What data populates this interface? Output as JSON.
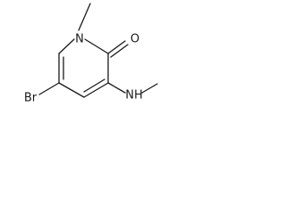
{
  "molecule": {
    "atoms": {
      "ring_nitrogen": "N",
      "carbonyl_oxygen": "O",
      "bromine": "Br",
      "amine_nh": "NH"
    }
  },
  "colors": {
    "bond": "#1a1a1a",
    "label": "#1a1a1a",
    "background": "#ffffff"
  }
}
